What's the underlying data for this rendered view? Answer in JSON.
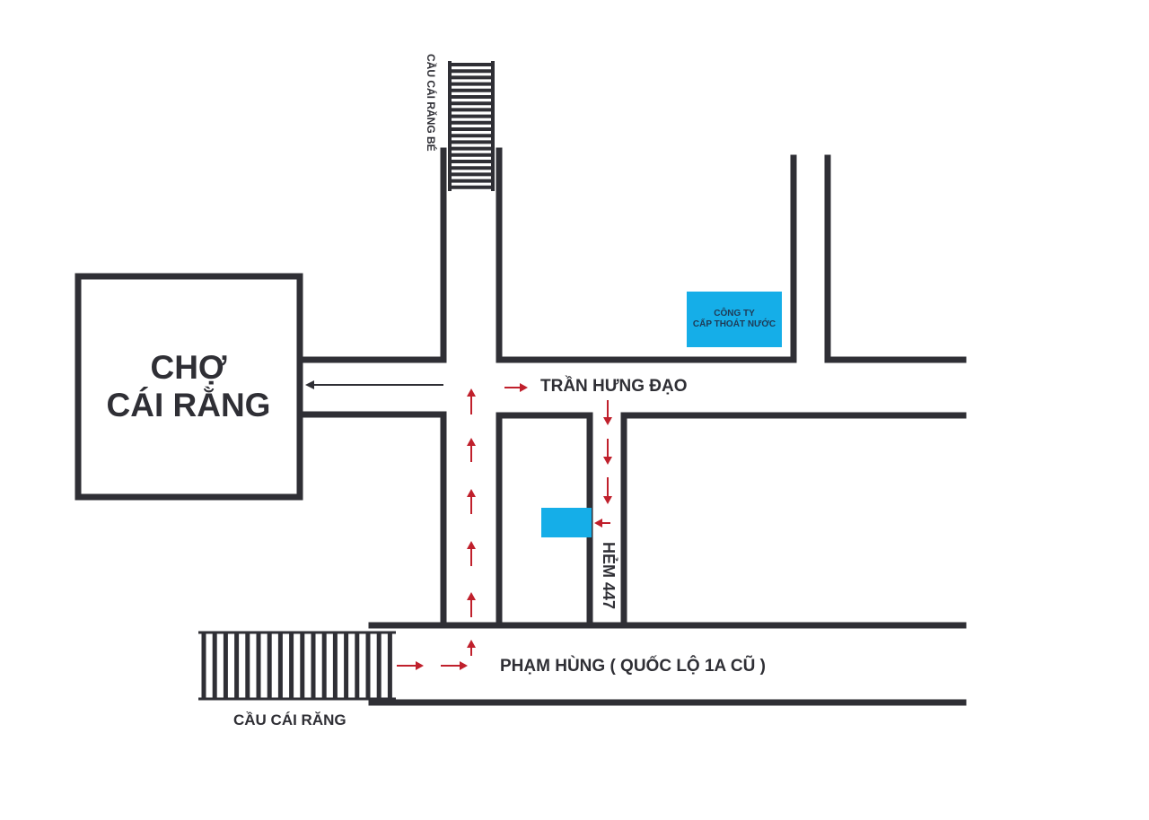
{
  "map": {
    "title": "Sơ đồ đường đi",
    "colors": {
      "road_edge": "#2f2f35",
      "route_arrow": "#c0202c",
      "reverse_arrow": "#2f2f35",
      "highlight_box": "#15aee8"
    },
    "landmarks": {
      "market": {
        "line1": "CHỢ",
        "line2": "CÁI RẰNG"
      },
      "company": {
        "line1": "CÔNG TY",
        "line2": "CẤP THOÁT NƯỚC"
      },
      "destination": {
        "label": ""
      }
    },
    "streets": {
      "tran_hung_dao": "TRẦN HƯNG ĐẠO",
      "pham_hung": "PHẠM HÙNG ( QUỐC LỘ 1A CŨ )",
      "hem_447": "HẺM 447"
    },
    "bridges": {
      "cai_rang": "CẦU CÁI RĂNG",
      "cai_rang_be": "CẦU CÁI RĂNG BÉ"
    },
    "icons": {
      "route_arrow": "arrow-icon",
      "bridge": "bridge-icon"
    }
  }
}
